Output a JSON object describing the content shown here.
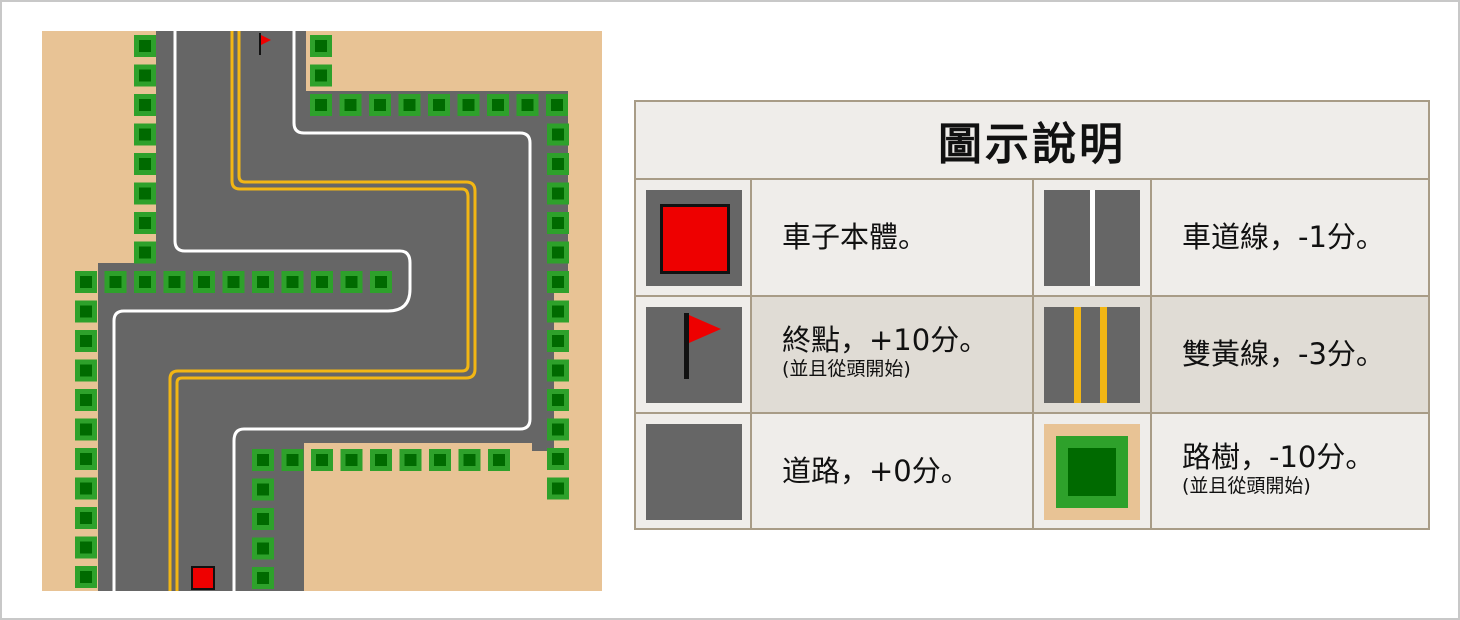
{
  "legend": {
    "title": "圖示說明",
    "items": [
      {
        "name": "car",
        "icon": "car-icon",
        "label": "車子本體。",
        "note": ""
      },
      {
        "name": "lane-line",
        "icon": "lane-line-icon",
        "label": "車道線，-1分。",
        "note": ""
      },
      {
        "name": "goal",
        "icon": "flag-icon",
        "label": "終點，+10分。",
        "note": "(並且從頭開始)"
      },
      {
        "name": "double-yellow",
        "icon": "double-yellow-line-icon",
        "label": "雙黃線，-3分。",
        "note": ""
      },
      {
        "name": "road",
        "icon": "road-tile-icon",
        "label": "道路，+0分。",
        "note": ""
      },
      {
        "name": "tree",
        "icon": "tree-icon",
        "label": "路樹，-10分。",
        "note": "(並且從頭開始)"
      }
    ]
  },
  "colors": {
    "sand": "#e8c395",
    "road": "#666666",
    "lane_white": "#ffffff",
    "yellow": "#f2b614",
    "tree_outer": "#2ea12b",
    "tree_inner": "#006a00",
    "car": "#ee0000",
    "flag": "#ee0000"
  }
}
